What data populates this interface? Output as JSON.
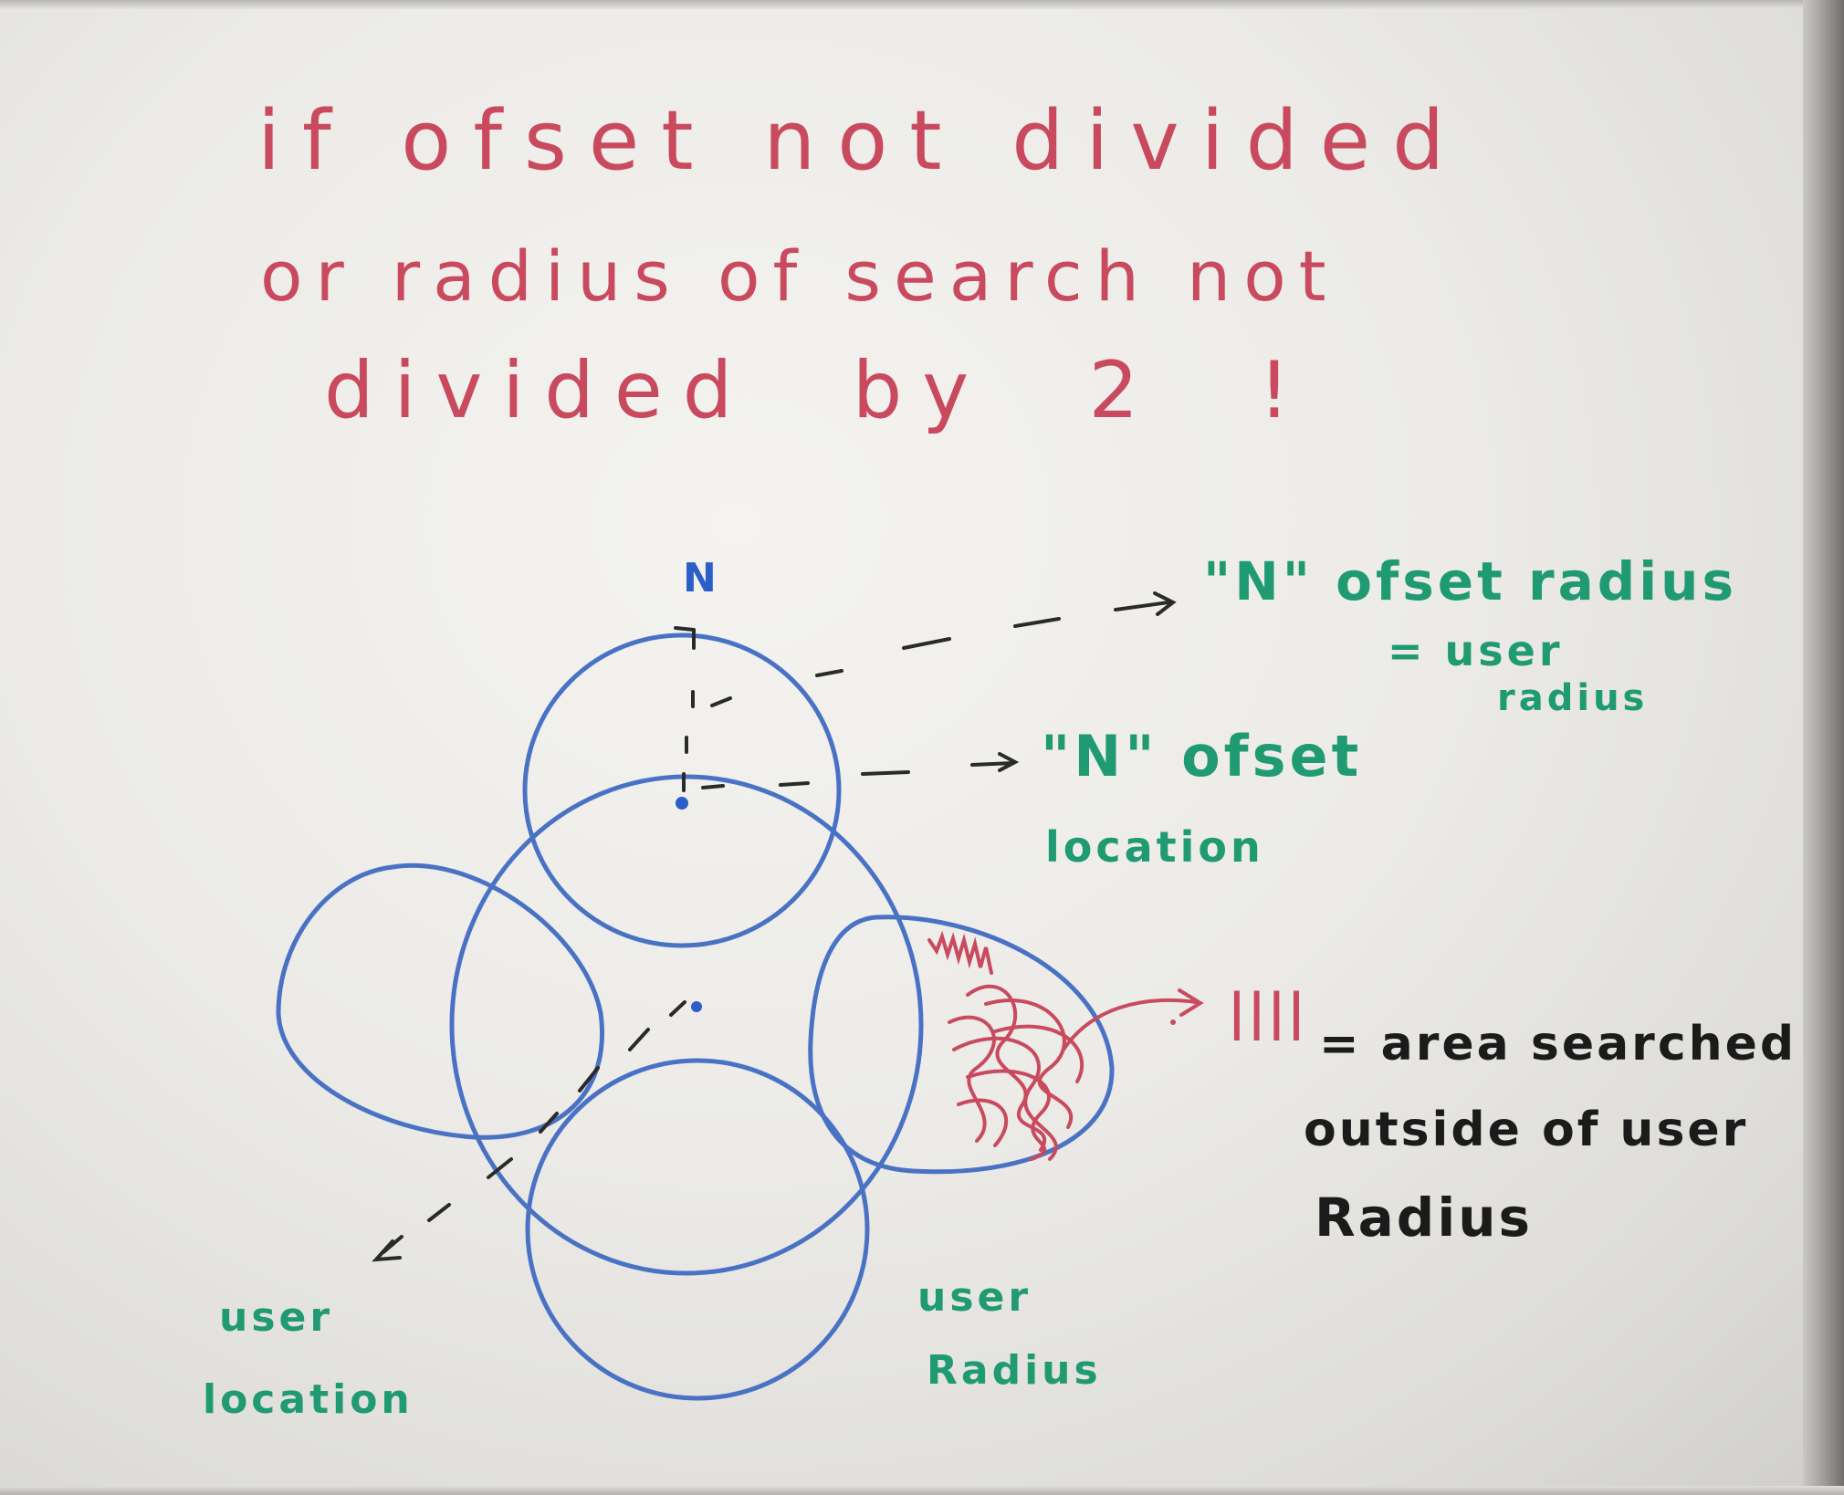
{
  "heading": {
    "line1": "if ofset not divided",
    "line2": "or radius of search not",
    "line3": "divided by 2 !"
  },
  "diagram": {
    "north_mark": "N",
    "label_offset_radius": "\"N\" ofset radius",
    "label_equals_user_radius_1": "= user",
    "label_equals_user_radius_2": "radius",
    "label_offset_location_1": "\"N\" ofset",
    "label_offset_location_2": "location",
    "label_user_location_1": "user",
    "label_user_location_2": "location",
    "label_user_radius_1": "user",
    "label_user_radius_2": "Radius",
    "legend_symbol": "||||",
    "legend_text_1": "= area searched",
    "legend_text_2": "outside of user",
    "legend_text_3": "Radius"
  },
  "colors": {
    "red_marker": "#c94a5e",
    "blue_marker": "#4a72c4",
    "green_marker": "#1f9a72",
    "black_marker": "#1b1b1b"
  }
}
